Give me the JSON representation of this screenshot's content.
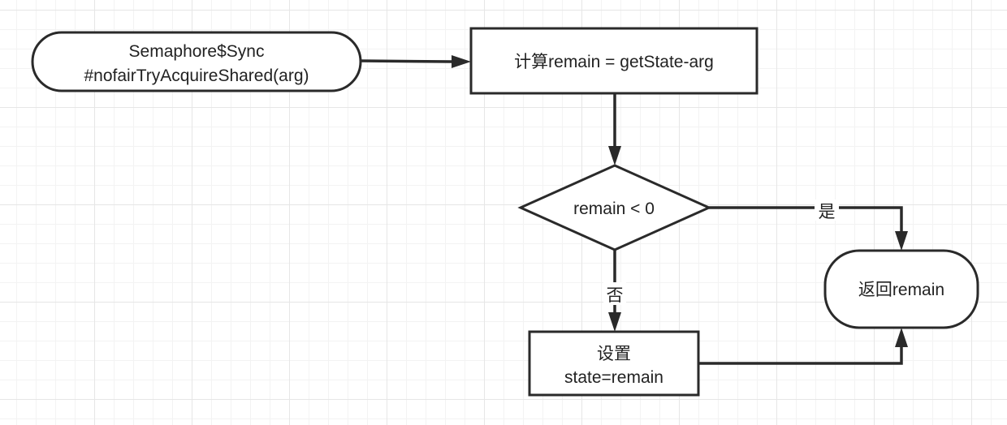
{
  "nodes": {
    "start": {
      "line1": "Semaphore$Sync",
      "line2": "#nofairTryAcquireShared(arg)"
    },
    "compute": {
      "label": "计算remain = getState-arg"
    },
    "decision": {
      "label": "remain < 0"
    },
    "set_state": {
      "line1": "设置",
      "line2": "state=remain"
    },
    "return": {
      "label": "返回remain"
    }
  },
  "edges": {
    "yes_label": "是",
    "no_label": "否"
  }
}
